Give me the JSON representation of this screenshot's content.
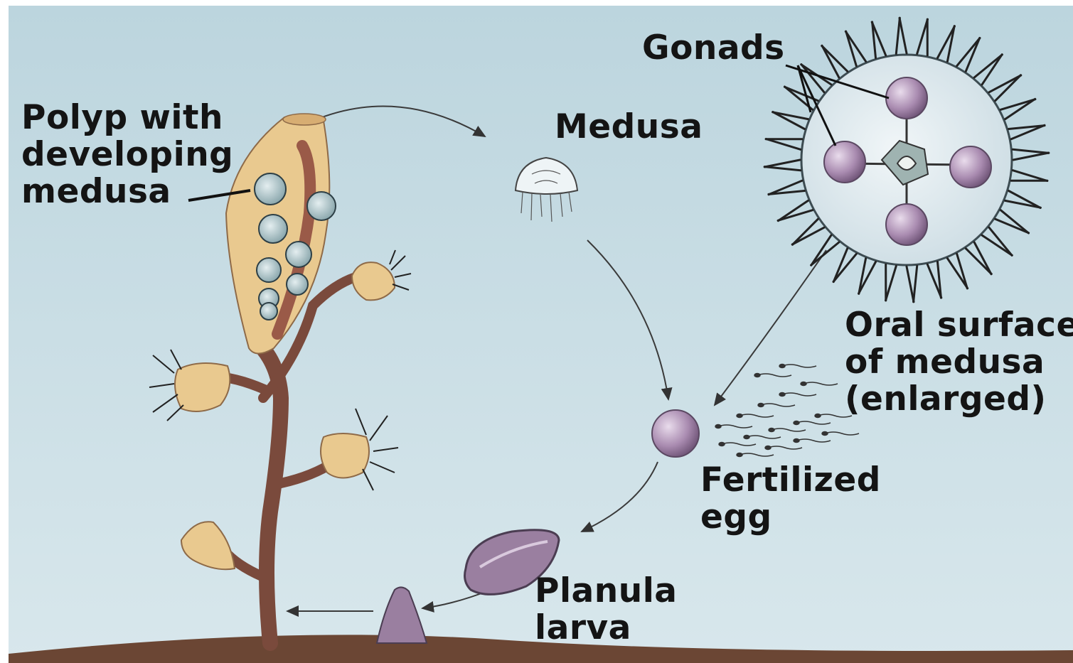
{
  "diagram": {
    "labels": {
      "polyp_line1": "Polyp with",
      "polyp_line2": "developing",
      "polyp_line3": "medusa",
      "medusa": "Medusa",
      "gonads": "Gonads",
      "oral_line1": "Oral surface",
      "oral_line2": "of medusa",
      "oral_line3": "(enlarged)",
      "egg_line1": "Fertilized",
      "egg_line2": "egg",
      "planula_line1": "Planula",
      "planula_line2": "larva"
    }
  },
  "colors": {
    "water_top": "#bcd6df",
    "water_bottom": "#d6e6ec",
    "ground": "#6b4634",
    "stalk": "#7a4a3c",
    "polyp": "#e9c98f",
    "gonad": "#b69ab8",
    "egg": "#a98bb0",
    "larva": "#9a7fa0",
    "text": "#141414"
  }
}
